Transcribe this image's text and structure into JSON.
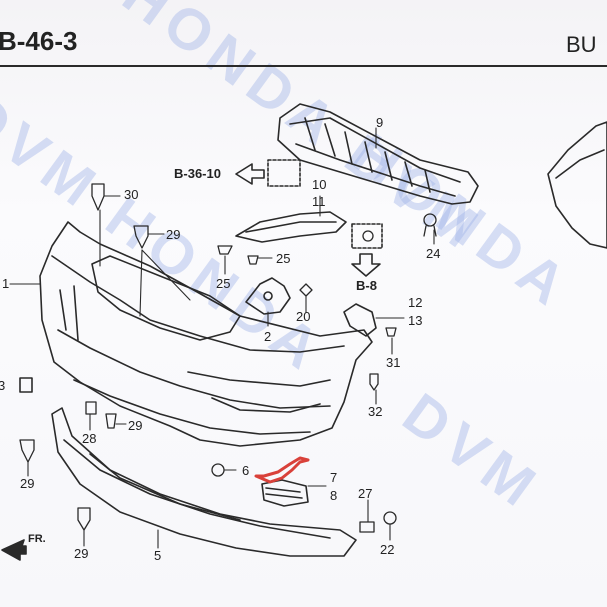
{
  "header": {
    "left_code": "B-46-3",
    "right_code": "BU"
  },
  "watermark": {
    "text_1": "HONDA DVM",
    "text_2": "DVM HONDA",
    "text_3": "HONDA",
    "text_4": "DVM"
  },
  "refs": {
    "b3610": "B-36-10",
    "b8": "B-8",
    "fr": "FR."
  },
  "parts": {
    "p1": "1",
    "p2": "2",
    "p3": "3",
    "p5": "5",
    "p6": "6",
    "p7": "7",
    "p8": "8",
    "p9": "9",
    "p10": "10",
    "p11": "11",
    "p12": "12",
    "p13": "13",
    "p20": "20",
    "p22": "22",
    "p24": "24",
    "p25a": "25",
    "p25b": "25",
    "p27": "27",
    "p28": "28",
    "p29a": "29",
    "p29b": "29",
    "p29c": "29",
    "p29d": "29",
    "p30": "30",
    "p31": "31",
    "p32": "32"
  },
  "colors": {
    "paper": "#f7f7fa",
    "ink": "#222222",
    "watermark": "#a0b2e8",
    "highlight_arrow": "#d9413a"
  }
}
